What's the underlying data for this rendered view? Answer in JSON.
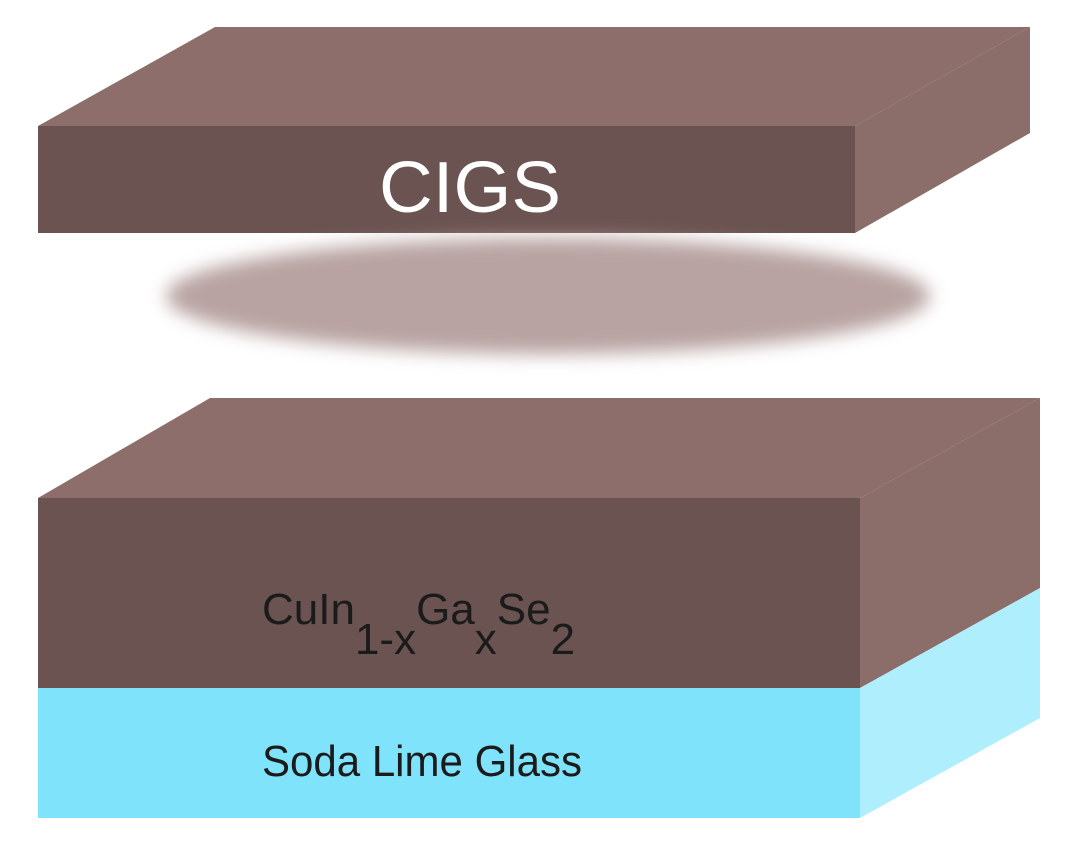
{
  "colors": {
    "slab_top": "#8d6e6b",
    "slab_front": "#6a5350",
    "slab_side": "#8b6d69",
    "glass_front": "#7fe3fb",
    "glass_side": "#afeefd",
    "shadow": "#b8a3a2",
    "label_light": "#ffffff",
    "label_dark": "#1b1b1b"
  },
  "top_layer": {
    "label": "CIGS"
  },
  "absorber_layer": {
    "formula": {
      "base": "CuIn",
      "sub1": "1-x",
      "el2": "Ga",
      "sub2": "x",
      "el3": "Se",
      "sub3": "2"
    }
  },
  "substrate_layer": {
    "label": "Soda Lime Glass"
  }
}
